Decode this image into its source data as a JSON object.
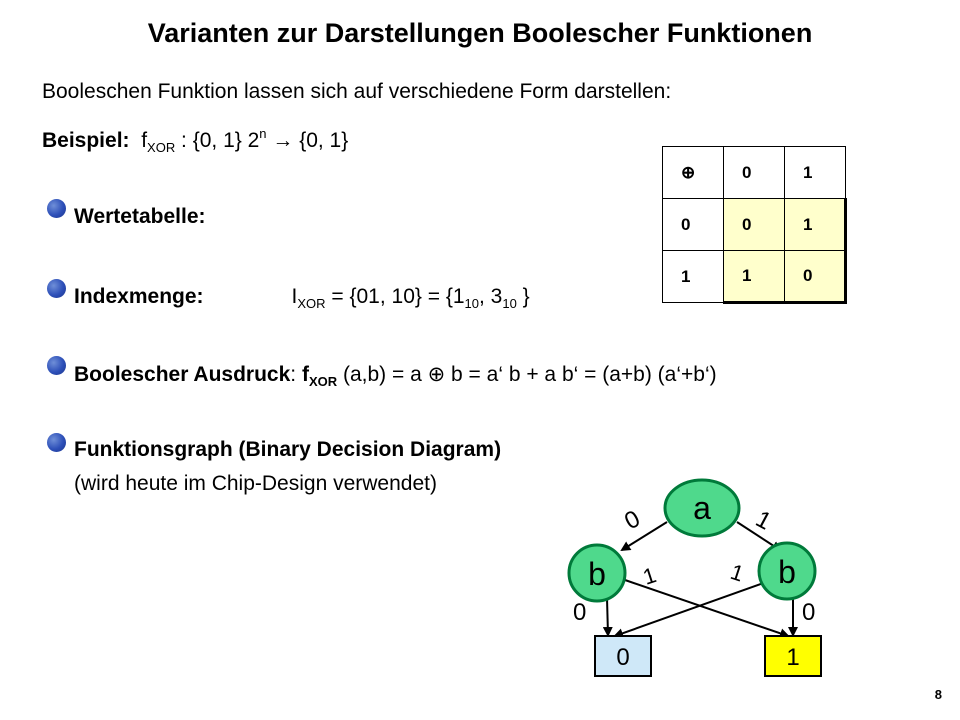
{
  "title": "Varianten zur Darstellungen Boolescher Funktionen",
  "intro": "Booleschen Funktion lassen sich auf verschiedene Form darstellen:",
  "beispiel": {
    "label": "Beispiel:",
    "f": "f",
    "sub": "XOR",
    "text1": " :  {0, 1} 2",
    "sup": "n",
    "text2": " → {0, 1}"
  },
  "bullets": {
    "wertetabelle": "Wertetabelle:",
    "indexmenge": {
      "label": "Indexmenge:",
      "I": "I",
      "sub": "XOR",
      "text": " = {01, 10}  =  {1",
      "sub10a": "10",
      "mid": ", 3",
      "sub10b": "10",
      "end": " }"
    },
    "ausdruck": {
      "label": "Boolescher Ausdruck",
      "colon": ":  ",
      "f": "f",
      "sub": "XOR",
      "text": " (a,b) = a ⊕ b  =  a‘ b + a b‘  =  (a+b) (a‘+b‘)"
    },
    "graph": "Funktionsgraph  (Binary Decision Diagram)",
    "graph_note": "(wird heute im Chip-Design verwendet)"
  },
  "xor_table": {
    "header": [
      "⊕",
      "0",
      "1"
    ],
    "rows": [
      [
        "0",
        "0",
        "1"
      ],
      [
        "1",
        "1",
        "0"
      ]
    ]
  },
  "bdd": {
    "root": "a",
    "left": "b",
    "right": "b",
    "terminal0": "0",
    "terminal1": "1",
    "edge_a0": "0",
    "edge_a1": "1",
    "edge_bl1": "1",
    "edge_bl0": "0",
    "edge_br1": "1",
    "edge_br0": "0",
    "colors": {
      "node": "#4fd98c",
      "node_stroke": "#007a3a",
      "t0": "#cfe8f8",
      "t1": "#ffff00"
    }
  },
  "page_number": "8"
}
